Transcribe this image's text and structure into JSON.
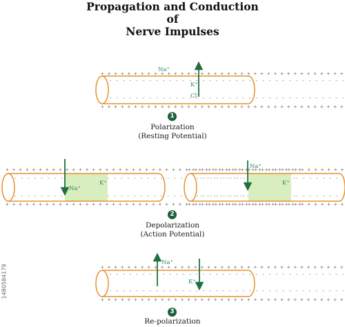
{
  "title": {
    "line1": "Propagation and Conduction",
    "line2": "of",
    "line3": "Nerve Impulses"
  },
  "colors": {
    "axon_border": "#e5902e",
    "arrow": "#1f6f3f",
    "ion_text": "#2f8f5f",
    "depolarized_fill": "#d9eebf",
    "badge": "#1f5f3f"
  },
  "stage1": {
    "number": "1",
    "na_label": "Na⁺",
    "k_label": "K⁺",
    "cl_label": "Cl⁻",
    "caption_line1": "Polarization",
    "caption_line2": "(Resting Potential)"
  },
  "stage2": {
    "number": "2",
    "left_na_label": "Na⁺",
    "left_k_label": "K⁺",
    "right_na_label": "Na⁺",
    "right_k_label": "K⁺",
    "caption_line1": "Depolarization",
    "caption_line2": "(Action Potential)"
  },
  "stage3": {
    "number": "3",
    "na_label": "Na⁺",
    "k_label": "K⁺",
    "caption_line1": "Re-polarization"
  },
  "credit": "1480584179"
}
